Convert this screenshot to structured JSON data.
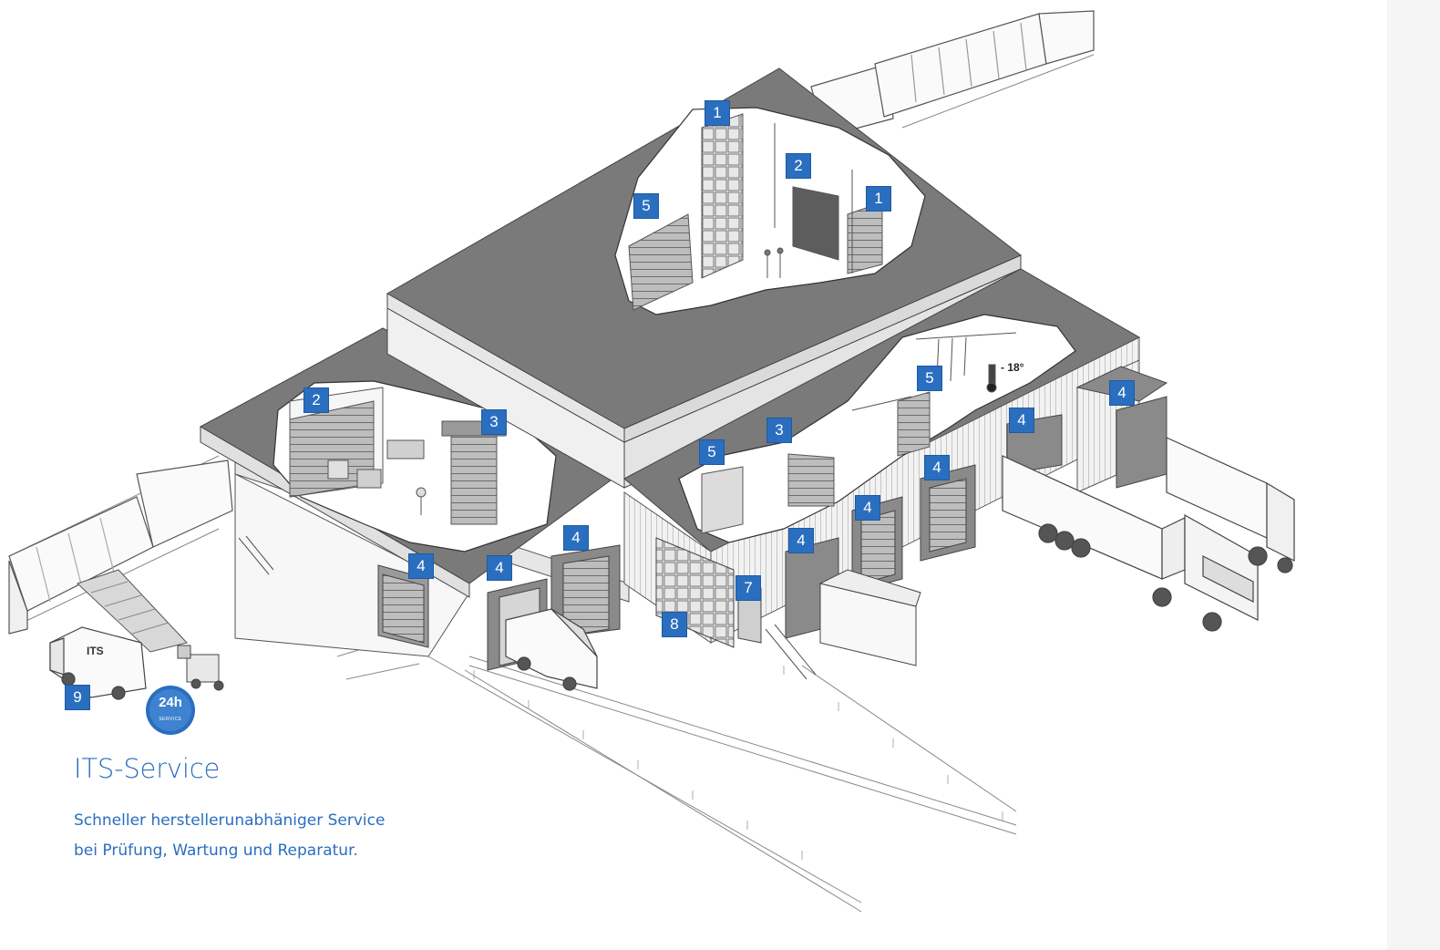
{
  "service": {
    "title": "ITS-Service",
    "description_line1": "Schneller herstellerunabhäniger Service",
    "description_line2": "bei Prüfung, Wartung und Reparatur."
  },
  "badge": {
    "main": "24h",
    "sub": "SERVICE",
    "icon": "24h-service-icon"
  },
  "cold_store": {
    "temperature": "- 18°",
    "icon": "thermometer-icon"
  },
  "van_lettering": "ITS",
  "colors": {
    "accent": "#2a6ebf",
    "roof": "#7a7a7a",
    "wall": "#f0f0f0",
    "line": "#4a4a4a"
  },
  "markers": [
    {
      "id": "m-top-1a",
      "label": "1"
    },
    {
      "id": "m-top-2",
      "label": "2"
    },
    {
      "id": "m-top-1b",
      "label": "1"
    },
    {
      "id": "m-top-5",
      "label": "5"
    },
    {
      "id": "m-left-2",
      "label": "2"
    },
    {
      "id": "m-left-3",
      "label": "3"
    },
    {
      "id": "m-mid-3",
      "label": "3"
    },
    {
      "id": "m-mid-5",
      "label": "5"
    },
    {
      "id": "m-cold-5",
      "label": "5"
    },
    {
      "id": "m-right-4a",
      "label": "4"
    },
    {
      "id": "m-right-4b",
      "label": "4"
    },
    {
      "id": "m-right-4c",
      "label": "4"
    },
    {
      "id": "m-right-4d",
      "label": "4"
    },
    {
      "id": "m-right-4e",
      "label": "4"
    },
    {
      "id": "m-front-4a",
      "label": "4"
    },
    {
      "id": "m-front-4b",
      "label": "4"
    },
    {
      "id": "m-front-4c",
      "label": "4"
    },
    {
      "id": "m-front-7",
      "label": "7"
    },
    {
      "id": "m-front-8",
      "label": "8"
    },
    {
      "id": "m-front-9",
      "label": "9"
    }
  ]
}
